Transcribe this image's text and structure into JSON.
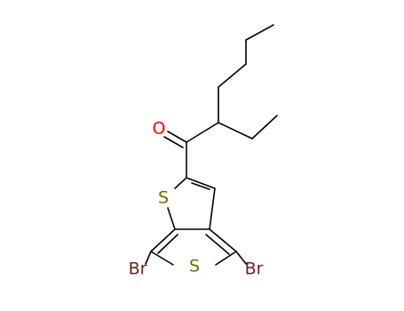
{
  "molecule": {
    "atoms": {
      "oxygen": "O",
      "sulfur_upper": "S",
      "sulfur_lower": "S",
      "bromine_left": "Br",
      "bromine_right": "Br"
    }
  },
  "colors": {
    "bond": "#000000",
    "oxygen": "#ff0000",
    "sulfur": "#6b6b00",
    "bromine": "#6b1f1f"
  }
}
